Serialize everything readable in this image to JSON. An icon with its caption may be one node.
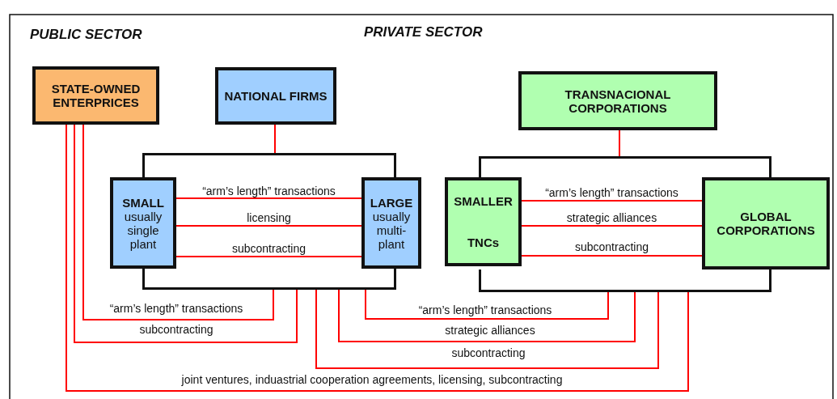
{
  "diagram": {
    "nodes": [
      {
        "text": [
          "STATE-OWNED ENTERPRICES"
        ]
      },
      {
        "text": [
          "NATIONAL FIRMS"
        ]
      },
      {
        "text": [],
        "shape": "bracket"
      },
      {
        "text": [
          "SMALL",
          "usually single plant"
        ]
      },
      {
        "text": [
          "LARGE",
          "usually multi-plant"
        ]
      },
      {
        "text": [],
        "shape": "bracket"
      },
      {
        "text": [
          "TRANSNACIONAL CORPORATIONS"
        ]
      },
      {
        "text": [],
        "shape": "bracket"
      },
      {
        "text": [
          "SMALLER",
          "TNCs"
        ]
      },
      {
        "text": [
          "GLOBAL CORPORATIONS"
        ]
      },
      {
        "text": [],
        "shape": "bracket"
      }
    ],
    "edges": [
      {
        "from": 1,
        "to": 2,
        "arrow": "none"
      },
      {
        "from": 3,
        "to": 4,
        "arrow": "none",
        "label": "“arm’s length” transactions"
      },
      {
        "from": 3,
        "to": 4,
        "arrow": "none",
        "label": "licensing"
      },
      {
        "from": 3,
        "to": 4,
        "arrow": "none",
        "label": "subcontracting"
      },
      {
        "from": 6,
        "to": 7,
        "arrow": "none"
      },
      {
        "from": 8,
        "to": 9,
        "arrow": "none",
        "label": "“arm’s length” transactions"
      },
      {
        "from": 8,
        "to": 9,
        "arrow": "none",
        "label": "strategic alliances"
      },
      {
        "from": 8,
        "to": 9,
        "arrow": "none",
        "label": "subcontracting"
      },
      {
        "from": 0,
        "to": 5,
        "arrow": "none",
        "label": "“arm’s length” transactions"
      },
      {
        "from": 0,
        "to": 5,
        "arrow": "none",
        "label": "subcontracting"
      },
      {
        "from": 5,
        "to": 10,
        "arrow": "none",
        "label": "“arm’s length” transactions"
      },
      {
        "from": 5,
        "to": 10,
        "arrow": "none",
        "label": "strategic alliances"
      },
      {
        "from": 5,
        "to": 10,
        "arrow": "none",
        "label": "subcontracting"
      },
      {
        "from": 0,
        "to": 10,
        "arrow": "none",
        "label": "joint ventures, induastrial cooperation agreements, licensing, subcontracting"
      }
    ],
    "labels": [
      "PUBLIC SECTOR",
      "PRIVATE SECTOR"
    ]
  }
}
